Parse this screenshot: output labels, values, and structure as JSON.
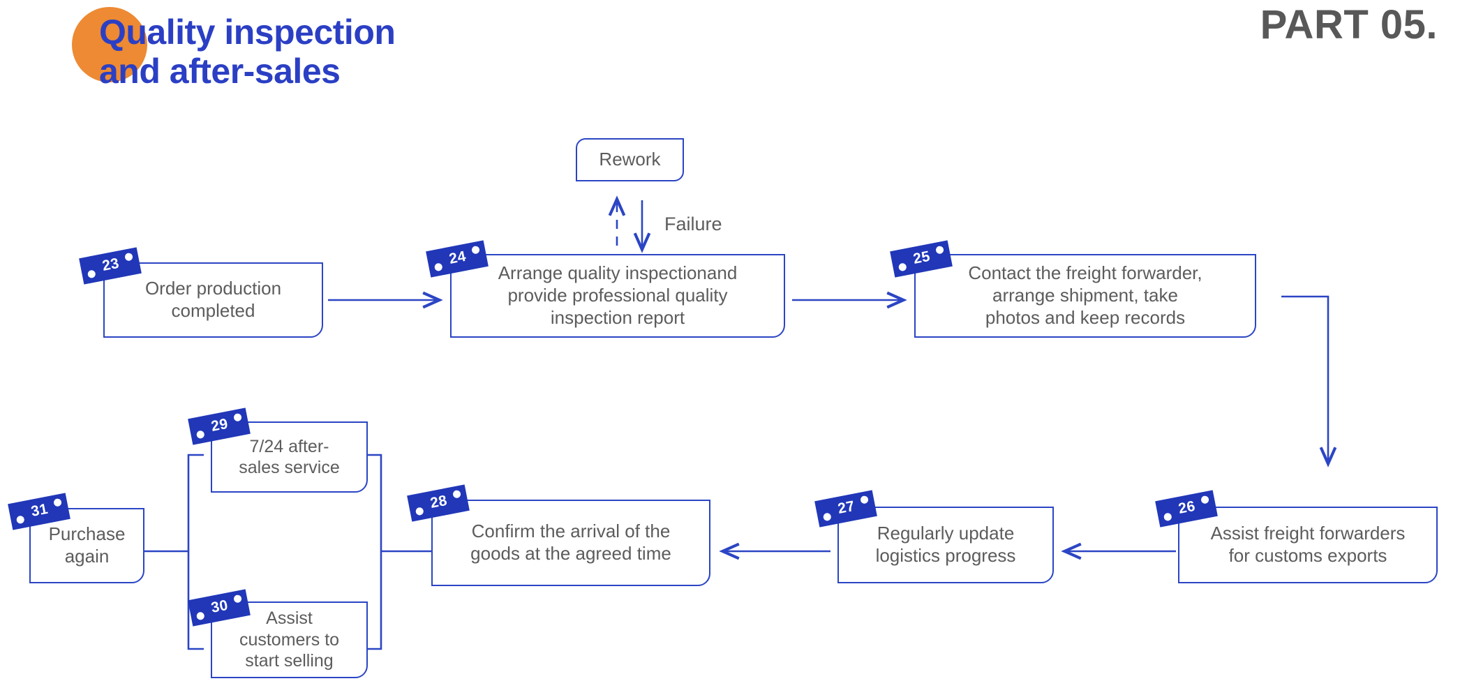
{
  "header": {
    "title": "Quality inspection\nand after-sales",
    "part_label": "PART 05.",
    "title_color": "#2B3FC4",
    "blob_color": "#ED8A33",
    "part_color": "#585858"
  },
  "theme": {
    "line_color": "#2B45C4",
    "badge_color": "#2137B8",
    "node_text_color": "#5C5C5C",
    "background": "#FFFFFF"
  },
  "flow": {
    "rework": {
      "label": "Rework"
    },
    "failure_label": "Failure",
    "nodes": [
      {
        "number": "23",
        "label": "Order production\ncompleted"
      },
      {
        "number": "24",
        "label": "Arrange quality inspectionand\nprovide professional quality\ninspection report"
      },
      {
        "number": "25",
        "label": "Contact the freight forwarder,\narrange shipment, take\nphotos and keep records"
      },
      {
        "number": "26",
        "label": "Assist freight forwarders\nfor customs exports"
      },
      {
        "number": "27",
        "label": "Regularly update\nlogistics progress"
      },
      {
        "number": "28",
        "label": "Confirm the arrival of the\ngoods at the agreed time"
      },
      {
        "number": "29",
        "label": "7/24 after-\nsales service"
      },
      {
        "number": "30",
        "label": "Assist\ncustomers to\nstart selling"
      },
      {
        "number": "31",
        "label": "Purchase\nagain"
      }
    ]
  }
}
